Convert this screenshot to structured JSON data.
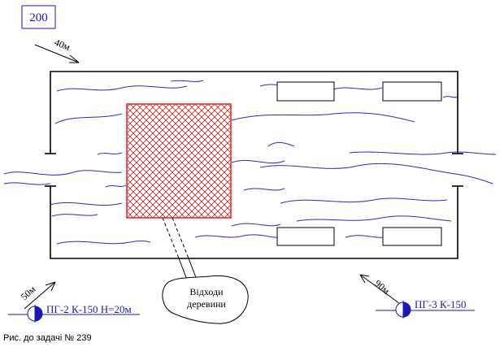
{
  "figure_number": "200",
  "caption": "Рис. до задачі № 239",
  "distances": {
    "top_left": "40м",
    "bottom_left": "50м",
    "bottom_right": "90м"
  },
  "waste_label_line1": "Відходи",
  "waste_label_line2": "деревини",
  "hydrants": {
    "left": "ПГ-2 К-150 Н=20м",
    "right": "ПГ-3 К-150"
  },
  "colors": {
    "water": "#2a2ad0",
    "hatch": "#e02020",
    "frame_blue": "#1a1ab0",
    "line": "#000000"
  }
}
